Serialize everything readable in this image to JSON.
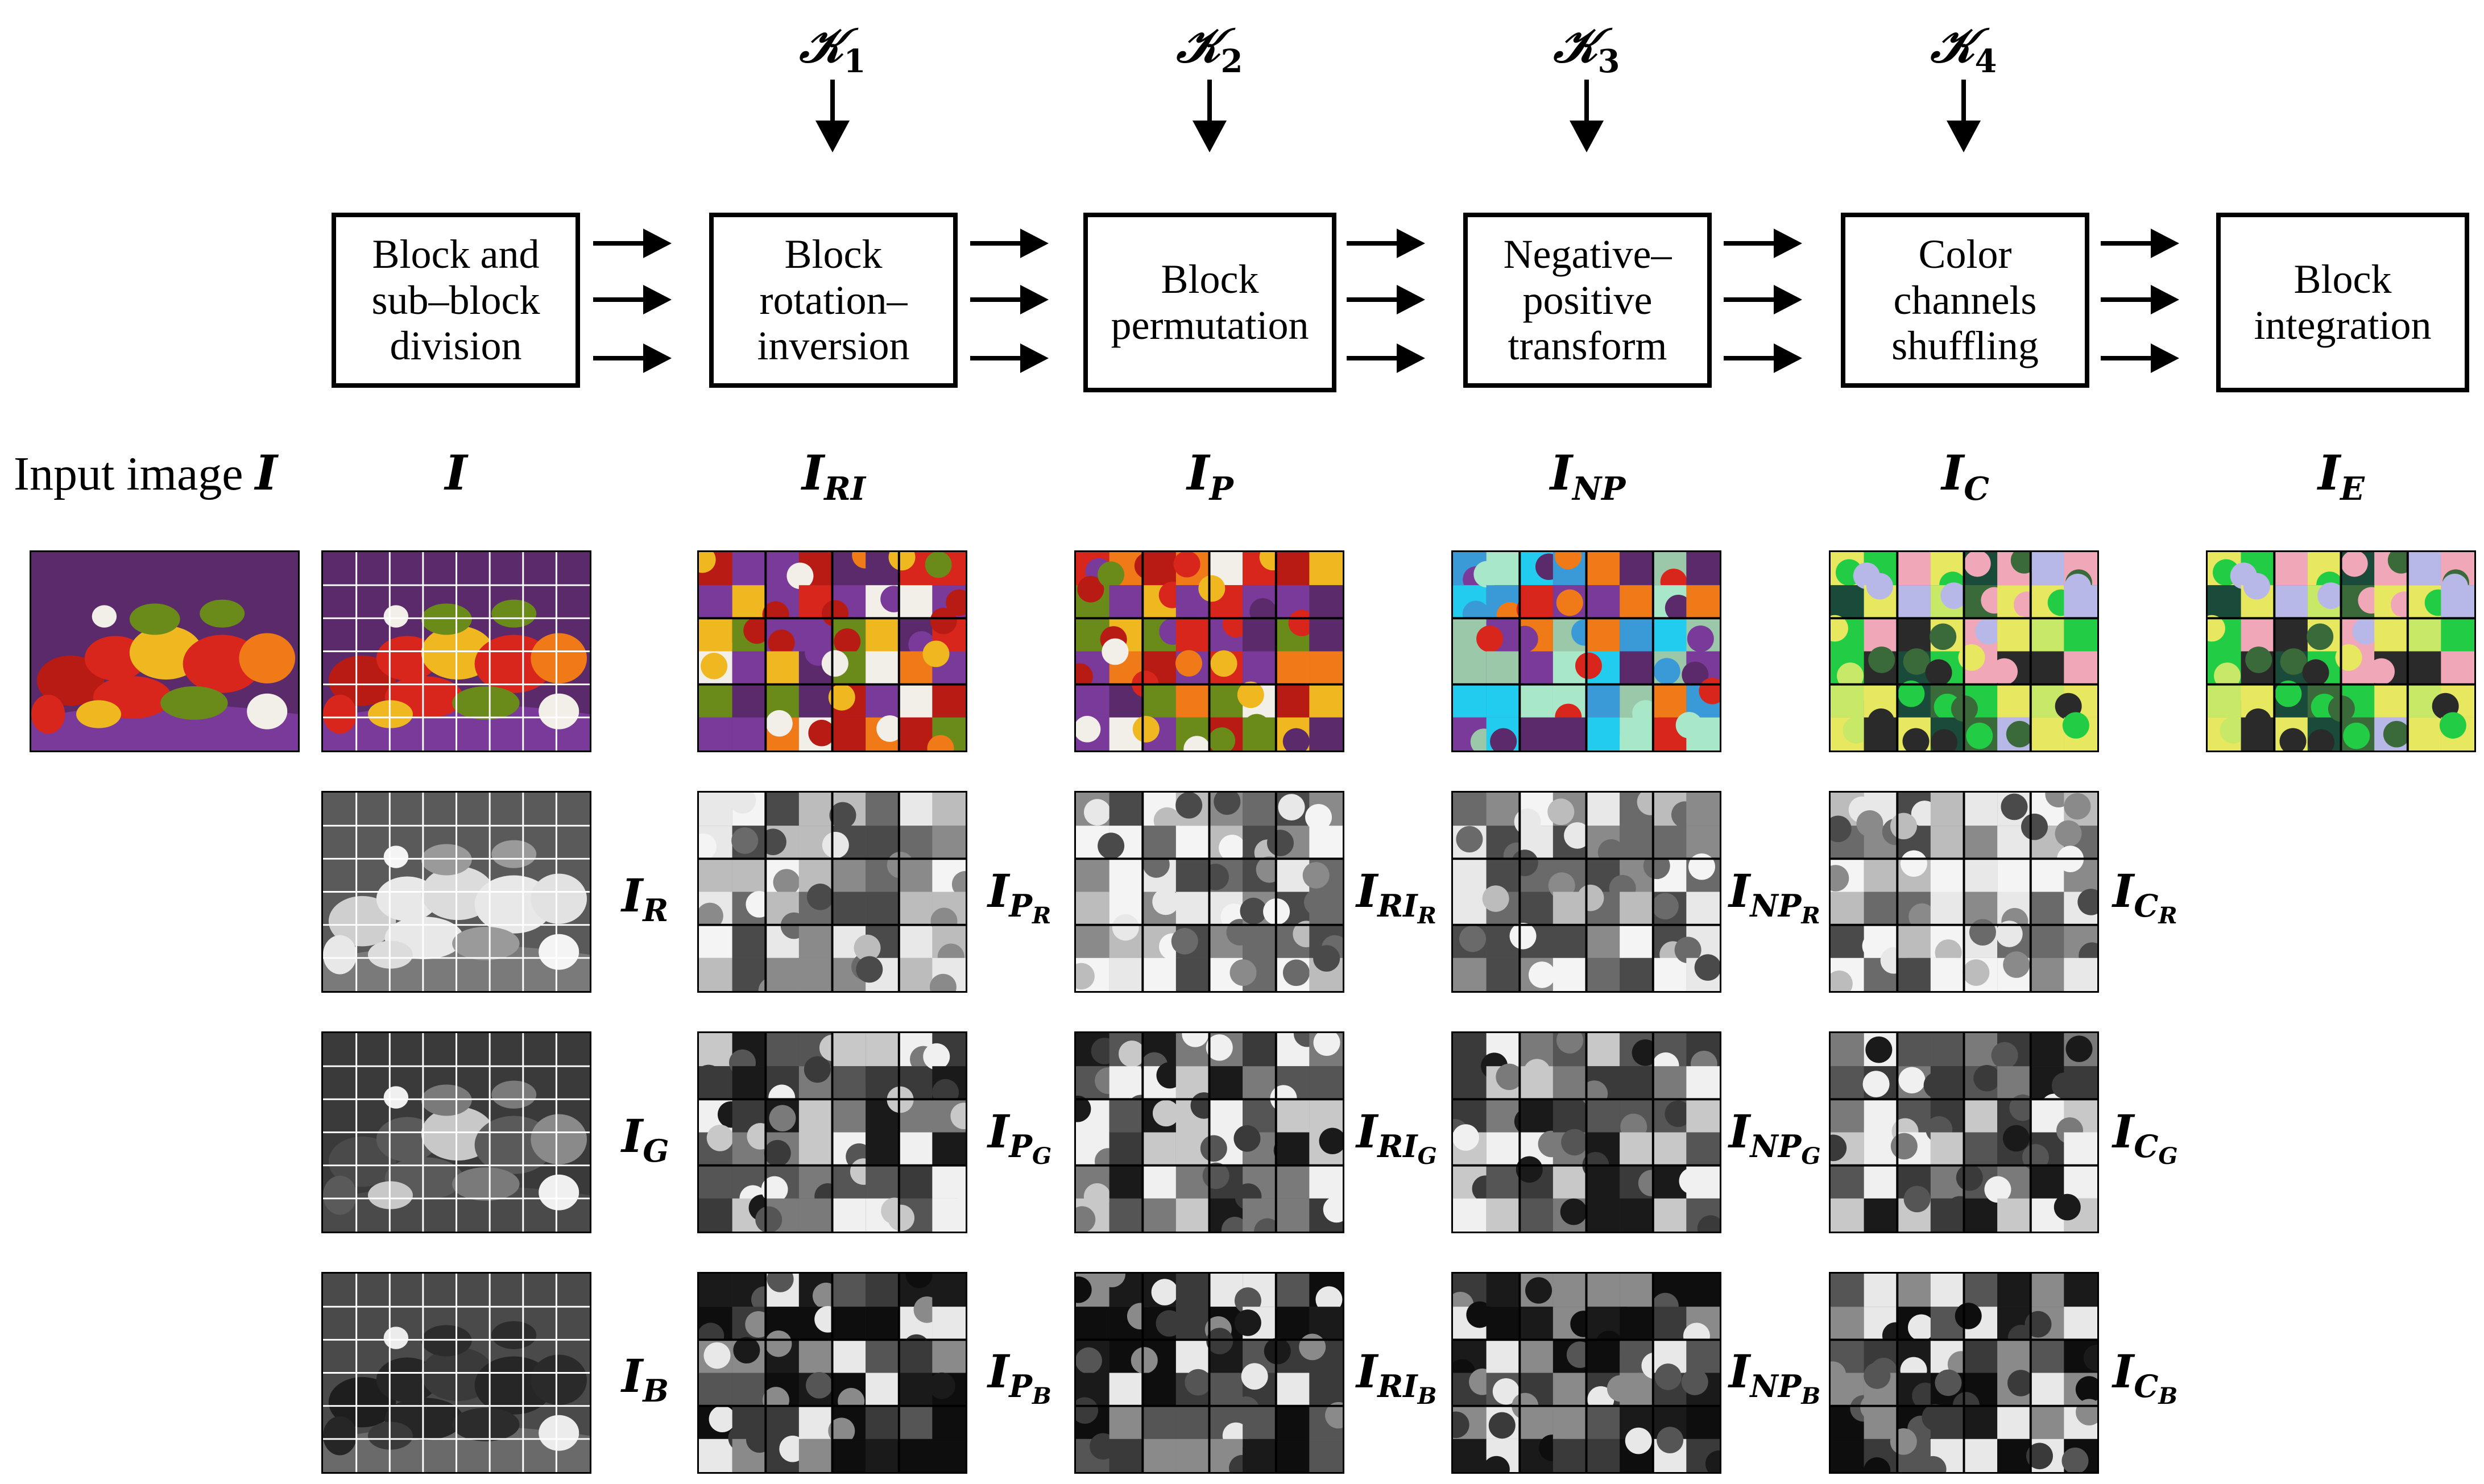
{
  "keys": [
    {
      "symbol": "𝒦",
      "sub": "1"
    },
    {
      "symbol": "𝒦",
      "sub": "2"
    },
    {
      "symbol": "𝒦",
      "sub": "3"
    },
    {
      "symbol": "𝒦",
      "sub": "4"
    }
  ],
  "stages": [
    {
      "label": "Block and sub–block division"
    },
    {
      "label": "Block rotation–inversion"
    },
    {
      "label": "Block permutation"
    },
    {
      "label": "Negative– positive transform"
    },
    {
      "label": "Color channels shuffling"
    },
    {
      "label": "Block integration"
    }
  ],
  "input_label": {
    "text": "Input image",
    "symbol": "I"
  },
  "column_headers": [
    {
      "main": "I",
      "sub": ""
    },
    {
      "main": "I",
      "sub": "RI"
    },
    {
      "main": "I",
      "sub": "P"
    },
    {
      "main": "I",
      "sub": "NP"
    },
    {
      "main": "I",
      "sub": "C"
    },
    {
      "main": "I",
      "sub": "E"
    }
  ],
  "channel_labels": {
    "col1": [
      {
        "main": "I",
        "sub": "R",
        "subsub": ""
      },
      {
        "main": "I",
        "sub": "G",
        "subsub": ""
      },
      {
        "main": "I",
        "sub": "B",
        "subsub": ""
      }
    ],
    "col2": [
      {
        "main": "I",
        "sub": "P",
        "subsub": "R"
      },
      {
        "main": "I",
        "sub": "P",
        "subsub": "G"
      },
      {
        "main": "I",
        "sub": "P",
        "subsub": "B"
      }
    ],
    "col3": [
      {
        "main": "I",
        "sub": "RI",
        "subsub": "R"
      },
      {
        "main": "I",
        "sub": "RI",
        "subsub": "G"
      },
      {
        "main": "I",
        "sub": "RI",
        "subsub": "B"
      }
    ],
    "col4": [
      {
        "main": "I",
        "sub": "NP",
        "subsub": "R"
      },
      {
        "main": "I",
        "sub": "NP",
        "subsub": "G"
      },
      {
        "main": "I",
        "sub": "NP",
        "subsub": "B"
      }
    ],
    "col5": [
      {
        "main": "I",
        "sub": "C",
        "subsub": "R"
      },
      {
        "main": "I",
        "sub": "C",
        "subsub": "G"
      },
      {
        "main": "I",
        "sub": "C",
        "subsub": "B"
      }
    ]
  },
  "colors": {
    "accent": "#000000",
    "purple_bg": "#5a2a6a",
    "pepper_red": "#d8261c",
    "pepper_yellow": "#f0b820",
    "pepper_green": "#6a8a1a"
  }
}
